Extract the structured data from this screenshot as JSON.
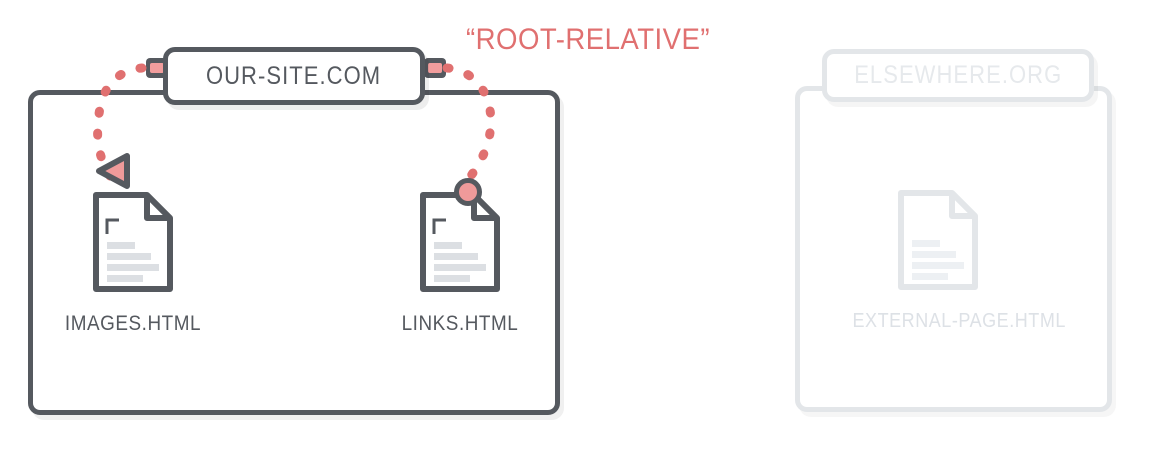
{
  "diagram": {
    "title": "root-relative link diagram",
    "annotation": "“ROOT-RELATIVE”",
    "colors": {
      "outline": "#55595f",
      "accent": "#e07070",
      "accent_soft": "#f29d9d",
      "faded": "#e3e6e9",
      "faded_text": "#e6e9ec",
      "doc_line": "#dcdfe3"
    }
  },
  "primary_site": {
    "tab_label": "OUR-SITE.COM",
    "files": [
      {
        "id": "images",
        "label": "IMAGES.HTML",
        "marker": "arrow-head"
      },
      {
        "id": "links",
        "label": "LINKS.HTML",
        "marker": "node-dot"
      }
    ]
  },
  "external_site": {
    "tab_label": "ELSEWHERE.ORG",
    "files": [
      {
        "id": "external",
        "label": "EXTERNAL-PAGE.HTML",
        "marker": "none"
      }
    ]
  },
  "connectors": [
    {
      "id": "link-out",
      "from": "links.html",
      "to": "our-site.com root",
      "style": "dotted"
    },
    {
      "id": "link-in",
      "from": "our-site.com root",
      "to": "images.html",
      "style": "dotted"
    }
  ]
}
